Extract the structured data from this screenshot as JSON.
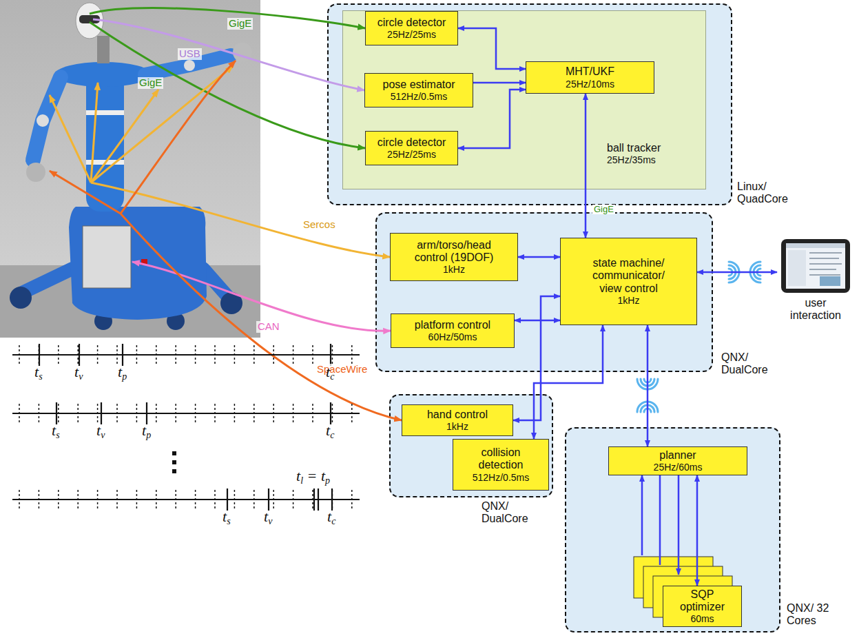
{
  "diagram": {
    "nodes": [
      {
        "text": [
          "Linux/ QuadCore"
        ]
      },
      {
        "text": [
          "ball tracker",
          "25Hz/35ms"
        ],
        "in": 0
      },
      {
        "text": [
          "circle detector",
          "25Hz/25ms"
        ],
        "in": 1
      },
      {
        "text": [
          "pose estimator",
          "512Hz/0.5ms"
        ],
        "in": 1
      },
      {
        "text": [
          "MHT/UKF",
          "25Hz/10ms"
        ],
        "in": 1
      },
      {
        "text": [
          "circle detector",
          "25Hz/25ms"
        ],
        "in": 1
      },
      {
        "text": [
          "QNX/ DualCore"
        ]
      },
      {
        "text": [
          "arm/torso/head control (19DOF)",
          "1kHz"
        ],
        "in": 6
      },
      {
        "text": [
          "platform control",
          "60Hz/50ms"
        ],
        "in": 6
      },
      {
        "text": [
          "state machine/ communicator/ view control",
          "1kHz"
        ],
        "in": 6
      },
      {
        "text": [
          "user interaction"
        ]
      },
      {
        "text": [
          "QNX/ DualCore"
        ]
      },
      {
        "text": [
          "hand control",
          "1kHz"
        ],
        "in": 11
      },
      {
        "text": [
          "collision detection",
          "512Hz/0.5ms"
        ],
        "in": 11
      },
      {
        "text": [
          "QNX/ 32 Cores"
        ]
      },
      {
        "text": [
          "planner",
          "25Hz/60ms"
        ],
        "in": 14
      },
      {
        "text": [
          "SQP optimizer",
          "60ms"
        ],
        "in": 14
      }
    ],
    "edges": [
      {
        "from": 2,
        "to": 4,
        "arrow": "both"
      },
      {
        "from": 3,
        "to": 4,
        "arrow": "to"
      },
      {
        "from": 5,
        "to": 4,
        "arrow": "both"
      },
      {
        "from": 4,
        "to": 9,
        "label": "GigE",
        "arrow": "both"
      },
      {
        "from": 7,
        "to": 9,
        "arrow": "both"
      },
      {
        "from": 8,
        "to": 9,
        "arrow": "both"
      },
      {
        "from": 12,
        "to": 9,
        "arrow": "both"
      },
      {
        "from": 13,
        "to": 9,
        "arrow": "both"
      },
      {
        "from": 9,
        "to": 10,
        "arrow": "both"
      },
      {
        "from": 9,
        "to": 15,
        "arrow": "both"
      },
      {
        "from": 15,
        "to": 16,
        "arrow": "both"
      }
    ],
    "labels": [
      "GigE",
      "USB",
      "GigE",
      "Sercos",
      "CAN",
      "SpaceWire",
      "ts",
      "tv",
      "tp",
      "tc",
      "ts",
      "tv",
      "tp",
      "tc",
      "tl = tp",
      "ts",
      "tv",
      "tc"
    ]
  }
}
